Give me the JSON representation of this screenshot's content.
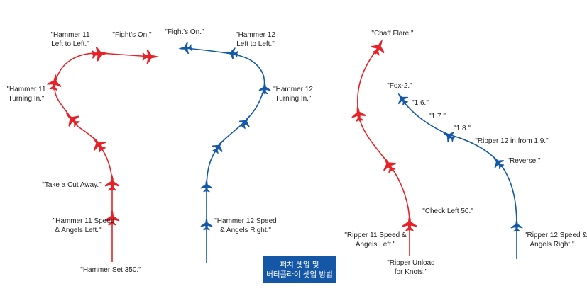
{
  "colors": {
    "red": "#e42228",
    "blue": "#1558a8",
    "caption_bg": "#1457a6"
  },
  "icons": {
    "fighter": "fighter-jet-icon"
  },
  "labels": {
    "hammer_set": "\"Hammer Set 350.\"",
    "h11_speed_1": "\"Hammer 11 Speed",
    "h11_speed_2": "& Angels Left.\"",
    "cut_away": "\"Take a Cut Away.\"",
    "h11_turn_1": "\"Hammer 11",
    "h11_turn_2": "Turning In.\"",
    "h11_left_1": "\"Hammer 11",
    "h11_left_2": "Left to Left.\"",
    "fights_on_red": "\"Fight's On.\"",
    "fights_on_blue": "\"Fight's On.\"",
    "h12_left_1": "\"Hammer 12",
    "h12_left_2": "Left to Left.\"",
    "h12_turn_1": "\"Hammer 12",
    "h12_turn_2": "Turning In.\"",
    "h12_speed_1": "\"Hammer 12 Speed",
    "h12_speed_2": "& Angels Right.\"",
    "chaff": "\"Chaff Flare.\"",
    "check_left": "\"Check Left 50.\"",
    "r11_speed_1": "\"Ripper 11 Speed &",
    "r11_speed_2": "Angels Left.\"",
    "r_unload_1": "\"Ripper Unload",
    "r_unload_2": "for Knots.\"",
    "fox2": "\"Fox-2.\"",
    "r16": "\"1.6.\"",
    "r17": "\"1.7.\"",
    "r18": "\"1.8.\"",
    "r12_in": "\"Ripper 12 in from 1.9.\"",
    "reverse": "\"Reverse.\"",
    "r12_speed_1": "\"Ripper 12 Speed &",
    "r12_speed_2": "Angels Right.\""
  },
  "caption": {
    "line1": "퍼치 셋업 및",
    "line2": "버터플라이 셋업 방법"
  }
}
